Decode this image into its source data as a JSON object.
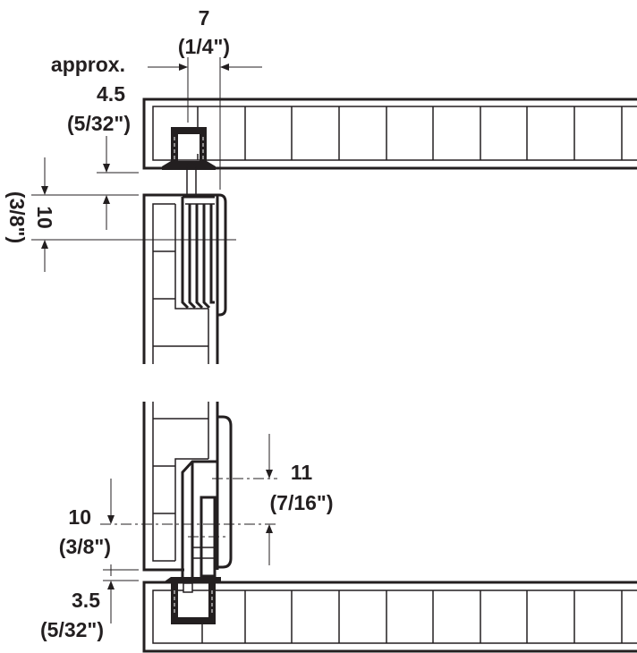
{
  "diagram": {
    "type": "technical-drawing",
    "subject": "sliding door guide clearance dimensions",
    "colors": {
      "line": "#231f20",
      "background": "#ffffff"
    },
    "dimensions": {
      "top_width": {
        "value": "7",
        "imperial": "(1/4\")"
      },
      "top_gap": {
        "prefix": "approx.",
        "value": "4.5",
        "imperial": "(5/32\")"
      },
      "top_offset": {
        "value": "10",
        "imperial": "(3/8\")"
      },
      "bottom_height": {
        "value": "11",
        "imperial": "(7/16\")"
      },
      "bottom_offset": {
        "value": "10",
        "imperial": "(3/8\")"
      },
      "bottom_gap": {
        "value": "3.5",
        "imperial": "(5/32\")"
      }
    }
  }
}
